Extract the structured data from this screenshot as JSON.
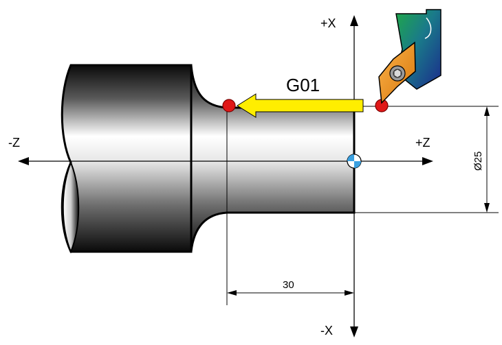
{
  "axes": {
    "plus_x": "+X",
    "minus_x": "-X",
    "plus_z": "+Z",
    "minus_z": "-Z"
  },
  "move": {
    "gcode": "G01",
    "arrow_color": "#ffee00",
    "point_color": "#e01818"
  },
  "dimensions": {
    "diameter": "Ø25",
    "length": "30"
  },
  "colors": {
    "tool_holder_top": "#1fa74a",
    "tool_holder_bottom": "#1b2a8c",
    "insert": "#f39a1e",
    "origin_blue": "#3aa0e0"
  },
  "icons": {
    "origin": "work-origin-icon",
    "tool": "turning-tool-icon"
  }
}
